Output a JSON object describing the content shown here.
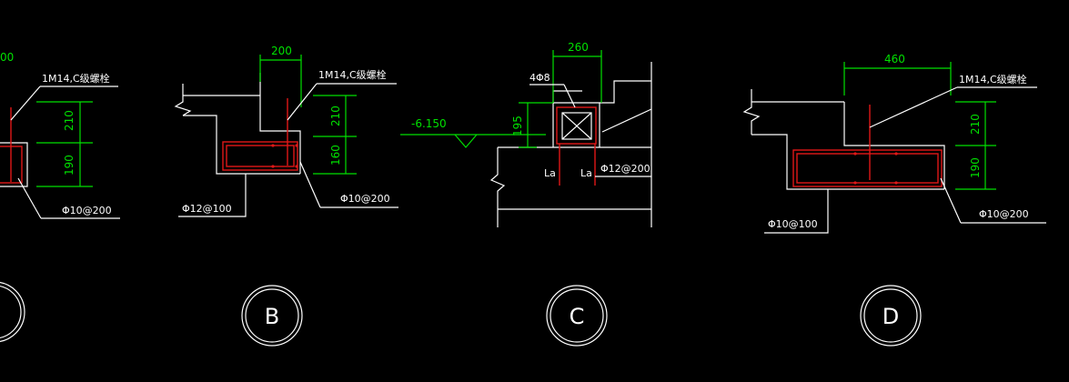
{
  "colors": {
    "background": "#000000",
    "line": "#ffffff",
    "dimension": "#00e000",
    "rebar": "#e01818"
  },
  "detail_a": {
    "dim_top": "00",
    "bolt_label": "1M14,C级螺栓",
    "dim_upper": "210",
    "dim_lower": "190",
    "stirrup_label": "Φ10@200",
    "circle_label": ""
  },
  "detail_b": {
    "dim_top": "200",
    "bolt_label": "1M14,C级螺栓",
    "dim_upper": "210",
    "dim_lower": "160",
    "rebar_left_label": "Φ12@100",
    "stirrup_label": "Φ10@200",
    "circle_label": "B"
  },
  "detail_c": {
    "dim_top": "260",
    "bar_label": "4Φ8",
    "dim_side": "195",
    "elevation": "-6.150",
    "la_left": "La",
    "la_right": "La",
    "rebar_label": "Φ12@200",
    "circle_label": "C"
  },
  "detail_d": {
    "dim_top": "460",
    "bolt_label": "1M14,C级螺栓",
    "dim_upper": "210",
    "dim_lower": "190",
    "rebar_left_label": "Φ10@100",
    "stirrup_label": "Φ10@200",
    "circle_label": "D"
  }
}
